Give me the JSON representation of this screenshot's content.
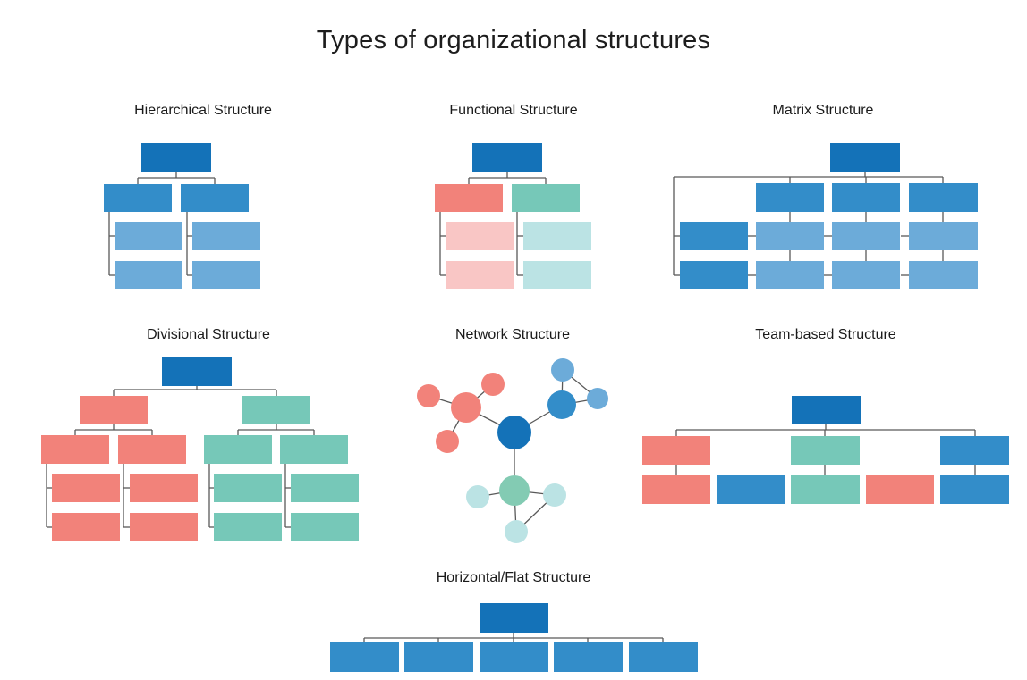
{
  "title": "Types of organizational structures",
  "colors": {
    "dark_blue": "#1472b8",
    "medium_blue": "#338dc9",
    "light_blue": "#6cabd9",
    "salmon": "#f2827a",
    "light_pink": "#f9c6c5",
    "teal": "#76c8b8",
    "teal_green": "#83cbb3",
    "light_teal": "#bbe3e4",
    "connector": "#595959",
    "text": "#1a1a1a",
    "background": "#ffffff"
  },
  "panels": [
    {
      "id": "hierarchical",
      "label": "Hierarchical Structure",
      "lines": [
        [
          197,
          193,
          197,
          199
        ],
        [
          154,
          199,
          240,
          199
        ],
        [
          154,
          199,
          154,
          206
        ],
        [
          240,
          199,
          240,
          206
        ],
        [
          122,
          237,
          122,
          308
        ],
        [
          122,
          264,
          128,
          264
        ],
        [
          122,
          308,
          128,
          308
        ],
        [
          209,
          237,
          209,
          308
        ],
        [
          209,
          264,
          215,
          264
        ],
        [
          209,
          308,
          215,
          308
        ]
      ],
      "rects": [
        [
          158,
          160,
          78,
          33,
          "dark_blue"
        ],
        [
          116,
          206,
          76,
          31,
          "medium_blue"
        ],
        [
          202,
          206,
          76,
          31,
          "medium_blue"
        ],
        [
          128,
          249,
          76,
          31,
          "light_blue"
        ],
        [
          215,
          249,
          76,
          31,
          "light_blue"
        ],
        [
          128,
          292,
          76,
          31,
          "light_blue"
        ],
        [
          215,
          292,
          76,
          31,
          "light_blue"
        ]
      ]
    },
    {
      "id": "functional",
      "label": "Functional Structure",
      "lines": [
        [
          567,
          193,
          567,
          199
        ],
        [
          524,
          199,
          610,
          199
        ],
        [
          524,
          199,
          524,
          206
        ],
        [
          610,
          199,
          610,
          206
        ],
        [
          492,
          237,
          492,
          308
        ],
        [
          492,
          264,
          498,
          264
        ],
        [
          492,
          308,
          498,
          308
        ],
        [
          578,
          237,
          578,
          308
        ],
        [
          578,
          264,
          585,
          264
        ],
        [
          578,
          308,
          585,
          308
        ]
      ],
      "rects": [
        [
          528,
          160,
          78,
          33,
          "dark_blue"
        ],
        [
          486,
          206,
          76,
          31,
          "salmon"
        ],
        [
          572,
          206,
          76,
          31,
          "teal"
        ],
        [
          498,
          249,
          76,
          31,
          "light_pink"
        ],
        [
          585,
          249,
          76,
          31,
          "light_teal"
        ],
        [
          498,
          292,
          76,
          31,
          "light_pink"
        ],
        [
          585,
          292,
          76,
          31,
          "light_teal"
        ]
      ]
    },
    {
      "id": "matrix",
      "label": "Matrix Structure",
      "lines": [
        [
          967,
          193,
          967,
          198
        ],
        [
          753,
          198,
          1054,
          198
        ],
        [
          883,
          198,
          883,
          205
        ],
        [
          968,
          198,
          968,
          205
        ],
        [
          1054,
          198,
          1054,
          205
        ],
        [
          753,
          198,
          753,
          308
        ],
        [
          753,
          264,
          760,
          264
        ],
        [
          753,
          308,
          760,
          308
        ],
        [
          883,
          237,
          883,
          249
        ],
        [
          968,
          237,
          968,
          249
        ],
        [
          1054,
          237,
          1054,
          249
        ],
        [
          883,
          280,
          883,
          292
        ],
        [
          968,
          280,
          968,
          292
        ],
        [
          1054,
          280,
          1054,
          292
        ],
        [
          836,
          264,
          845,
          264
        ],
        [
          921,
          264,
          930,
          264
        ],
        [
          1007,
          264,
          1016,
          264
        ],
        [
          836,
          308,
          845,
          308
        ],
        [
          921,
          308,
          930,
          308
        ],
        [
          1007,
          308,
          1016,
          308
        ]
      ],
      "rects": [
        [
          928,
          160,
          78,
          33,
          "dark_blue"
        ],
        [
          845,
          205,
          76,
          32,
          "medium_blue"
        ],
        [
          930,
          205,
          76,
          32,
          "medium_blue"
        ],
        [
          1016,
          205,
          77,
          32,
          "medium_blue"
        ],
        [
          760,
          249,
          76,
          31,
          "medium_blue"
        ],
        [
          760,
          292,
          76,
          31,
          "medium_blue"
        ],
        [
          845,
          249,
          76,
          31,
          "light_blue"
        ],
        [
          930,
          249,
          76,
          31,
          "light_blue"
        ],
        [
          1016,
          249,
          77,
          31,
          "light_blue"
        ],
        [
          845,
          292,
          76,
          31,
          "light_blue"
        ],
        [
          930,
          292,
          76,
          31,
          "light_blue"
        ],
        [
          1016,
          292,
          77,
          31,
          "light_blue"
        ]
      ]
    },
    {
      "id": "divisional",
      "label": "Divisional Structure",
      "lines": [
        [
          220,
          432,
          220,
          436
        ],
        [
          127,
          436,
          309,
          436
        ],
        [
          127,
          436,
          127,
          443
        ],
        [
          309,
          436,
          309,
          443
        ],
        [
          127,
          475,
          127,
          481
        ],
        [
          84,
          481,
          170,
          481
        ],
        [
          84,
          481,
          84,
          487
        ],
        [
          170,
          481,
          170,
          487
        ],
        [
          309,
          475,
          309,
          481
        ],
        [
          266,
          481,
          351,
          481
        ],
        [
          266,
          481,
          266,
          487
        ],
        [
          351,
          481,
          351,
          487
        ],
        [
          52,
          519,
          52,
          590
        ],
        [
          52,
          546,
          58,
          546
        ],
        [
          52,
          590,
          58,
          590
        ],
        [
          138,
          519,
          138,
          590
        ],
        [
          138,
          546,
          145,
          546
        ],
        [
          138,
          590,
          145,
          590
        ],
        [
          234,
          519,
          234,
          590
        ],
        [
          234,
          546,
          239,
          546
        ],
        [
          234,
          590,
          239,
          590
        ],
        [
          319,
          519,
          319,
          590
        ],
        [
          319,
          546,
          325,
          546
        ],
        [
          319,
          590,
          325,
          590
        ]
      ],
      "rects": [
        [
          181,
          399,
          78,
          33,
          "dark_blue"
        ],
        [
          89,
          443,
          76,
          32,
          "salmon"
        ],
        [
          271,
          443,
          76,
          32,
          "teal"
        ],
        [
          46,
          487,
          76,
          32,
          "salmon"
        ],
        [
          132,
          487,
          76,
          32,
          "salmon"
        ],
        [
          228,
          487,
          76,
          32,
          "teal"
        ],
        [
          313,
          487,
          76,
          32,
          "teal"
        ],
        [
          58,
          530,
          76,
          32,
          "salmon"
        ],
        [
          58,
          574,
          76,
          32,
          "salmon"
        ],
        [
          145,
          530,
          76,
          32,
          "salmon"
        ],
        [
          145,
          574,
          76,
          32,
          "salmon"
        ],
        [
          239,
          530,
          76,
          32,
          "teal"
        ],
        [
          239,
          574,
          76,
          32,
          "teal"
        ],
        [
          325,
          530,
          76,
          32,
          "teal"
        ],
        [
          325,
          574,
          76,
          32,
          "teal"
        ]
      ]
    },
    {
      "id": "network",
      "label": "Network Structure",
      "lines": [
        [
          575,
          484,
          521,
          456
        ],
        [
          575,
          484,
          628,
          453
        ],
        [
          575,
          484,
          575,
          549
        ],
        [
          521,
          456,
          479,
          443
        ],
        [
          521,
          456,
          551,
          430
        ],
        [
          521,
          456,
          500,
          494
        ],
        [
          628,
          453,
          629,
          414
        ],
        [
          628,
          453,
          668,
          446
        ],
        [
          629,
          414,
          668,
          446
        ],
        [
          575,
          549,
          534,
          556
        ],
        [
          575,
          549,
          620,
          554
        ],
        [
          575,
          549,
          577,
          595
        ],
        [
          577,
          595,
          620,
          554
        ]
      ],
      "circles": [
        [
          575,
          484,
          19,
          "dark_blue"
        ],
        [
          521,
          456,
          17,
          "salmon"
        ],
        [
          479,
          443,
          13,
          "salmon"
        ],
        [
          551,
          430,
          13,
          "salmon"
        ],
        [
          500,
          494,
          13,
          "salmon"
        ],
        [
          628,
          453,
          16,
          "medium_blue"
        ],
        [
          629,
          414,
          13,
          "light_blue"
        ],
        [
          668,
          446,
          12,
          "light_blue"
        ],
        [
          575,
          549,
          17,
          "teal_green"
        ],
        [
          534,
          556,
          13,
          "light_teal"
        ],
        [
          620,
          554,
          13,
          "light_teal"
        ],
        [
          577,
          595,
          13,
          "light_teal"
        ]
      ]
    },
    {
      "id": "team_based",
      "label": "Team-based Structure",
      "lines": [
        [
          923,
          475,
          923,
          481
        ],
        [
          756,
          481,
          1090,
          481
        ],
        [
          756,
          481,
          756,
          488
        ],
        [
          922,
          481,
          922,
          488
        ],
        [
          1090,
          481,
          1090,
          488
        ],
        [
          756,
          520,
          756,
          532
        ],
        [
          922,
          520,
          922,
          532
        ],
        [
          1090,
          520,
          1090,
          532
        ]
      ],
      "rects": [
        [
          885,
          443,
          77,
          32,
          "dark_blue"
        ],
        [
          718,
          488,
          76,
          32,
          "salmon"
        ],
        [
          884,
          488,
          77,
          32,
          "teal"
        ],
        [
          1051,
          488,
          77,
          32,
          "medium_blue"
        ],
        [
          718,
          532,
          76,
          32,
          "salmon"
        ],
        [
          801,
          532,
          76,
          32,
          "medium_blue"
        ],
        [
          884,
          532,
          77,
          32,
          "teal"
        ],
        [
          968,
          532,
          76,
          32,
          "salmon"
        ],
        [
          1051,
          532,
          77,
          32,
          "medium_blue"
        ]
      ]
    },
    {
      "id": "flat",
      "label": "Horizontal/Flat Structure",
      "lines": [
        [
          574,
          708,
          574,
          714
        ],
        [
          407,
          714,
          741,
          714
        ],
        [
          407,
          714,
          407,
          719
        ],
        [
          490,
          714,
          490,
          719
        ],
        [
          574,
          714,
          574,
          719
        ],
        [
          657,
          714,
          657,
          719
        ],
        [
          741,
          714,
          741,
          719
        ]
      ],
      "rects": [
        [
          536,
          675,
          77,
          33,
          "dark_blue"
        ],
        [
          369,
          719,
          77,
          33,
          "medium_blue"
        ],
        [
          452,
          719,
          77,
          33,
          "medium_blue"
        ],
        [
          536,
          719,
          77,
          33,
          "medium_blue"
        ],
        [
          619,
          719,
          77,
          33,
          "medium_blue"
        ],
        [
          703,
          719,
          77,
          33,
          "medium_blue"
        ]
      ]
    }
  ]
}
